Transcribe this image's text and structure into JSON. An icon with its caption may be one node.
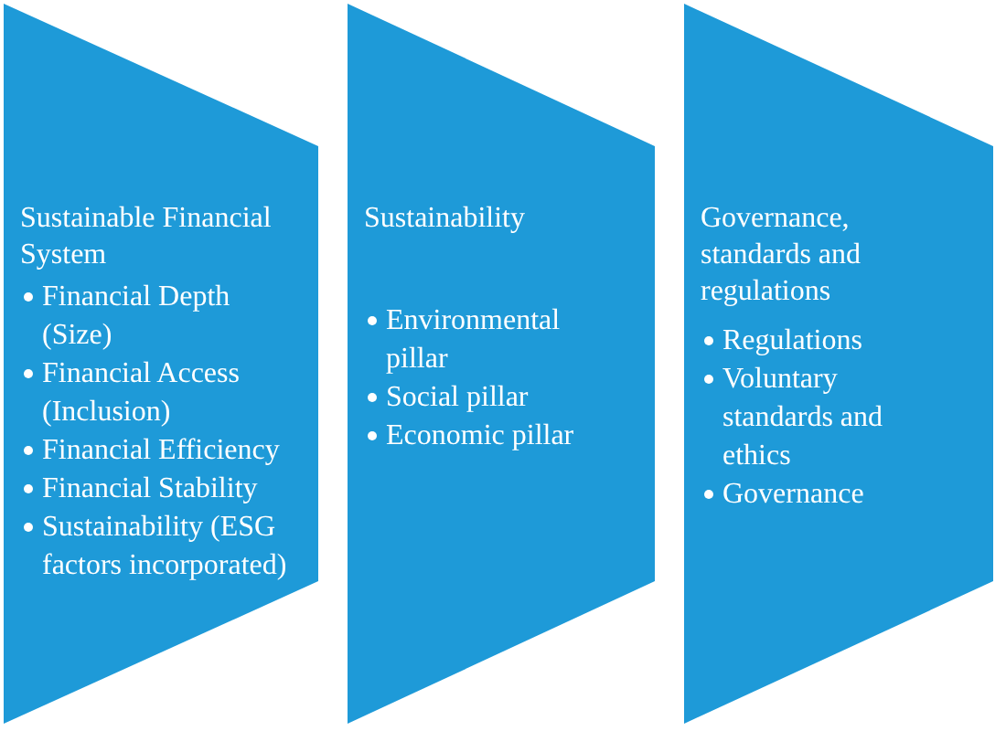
{
  "diagram": {
    "nodes": [
      {
        "text": [
          "Sustainable Financial System",
          "Financial Depth (Size)",
          "Financial Access (Inclusion)",
          "Financial Efficiency",
          "Financial Stability",
          "Sustainability (ESG factors incorporated)"
        ]
      },
      {
        "text": [
          "Sustainability",
          "Environmental pillar",
          "Social pillar",
          "Economic pillar"
        ]
      },
      {
        "text": [
          "Governance, standards and regulations",
          "Regulations",
          "Voluntary standards and ethics",
          "Governance"
        ]
      }
    ]
  }
}
